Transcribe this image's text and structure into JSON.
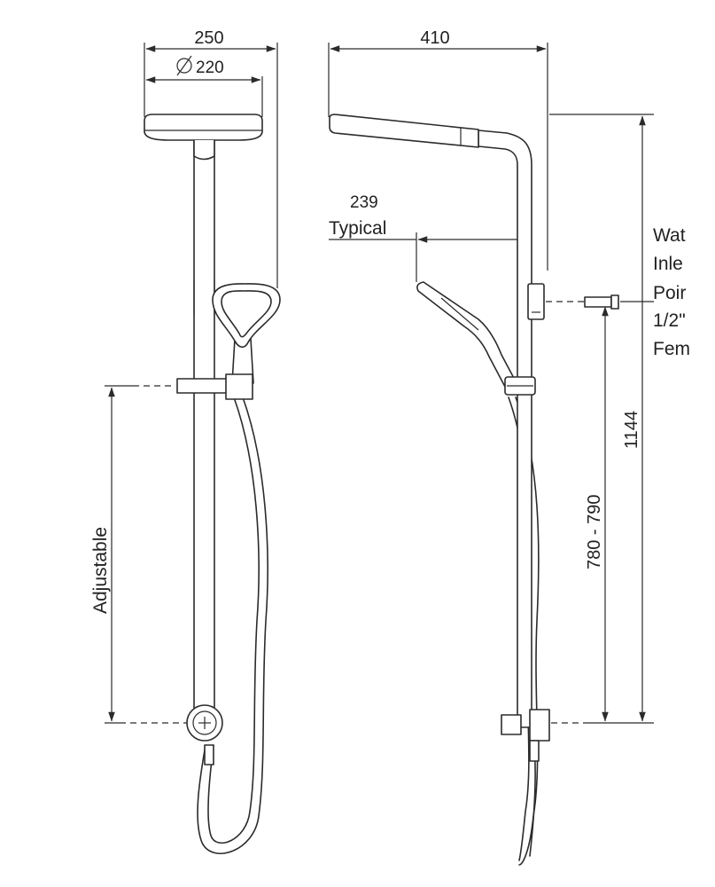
{
  "dimensions": {
    "front_width": "250",
    "front_diameter": "220",
    "side_width": "410",
    "typical_value": "239",
    "typical_label": "Typical",
    "adjustable": "Adjustable",
    "total_height": "1144",
    "inlet_height": "780 - 790"
  },
  "inlet_note": [
    "Wat",
    "Inle",
    "Poir",
    "1/2\"",
    "Fem"
  ],
  "colors": {
    "line": "#2b2b2b",
    "background": "#ffffff"
  }
}
